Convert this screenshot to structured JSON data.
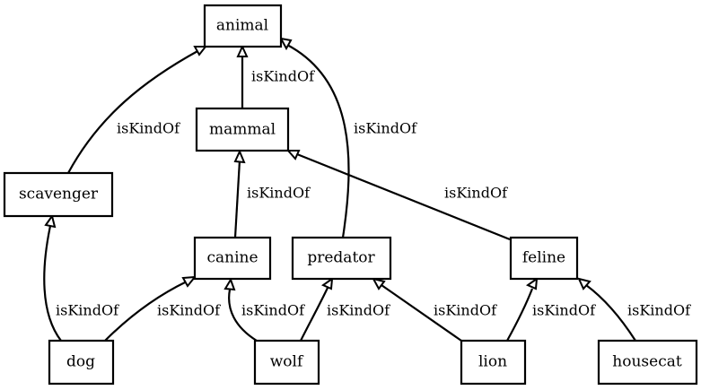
{
  "nodes": {
    "animal": "animal",
    "mammal": "mammal",
    "scavenger": "scavenger",
    "canine": "canine",
    "predator": "predator",
    "feline": "feline",
    "dog": "dog",
    "wolf": "wolf",
    "lion": "lion",
    "housecat": "housecat"
  },
  "edges": [
    {
      "from": "mammal",
      "to": "animal",
      "label": "isKindOf"
    },
    {
      "from": "scavenger",
      "to": "animal",
      "label": "isKindOf"
    },
    {
      "from": "predator",
      "to": "animal",
      "label": "isKindOf"
    },
    {
      "from": "canine",
      "to": "mammal",
      "label": "isKindOf"
    },
    {
      "from": "feline",
      "to": "mammal",
      "label": "isKindOf"
    },
    {
      "from": "dog",
      "to": "scavenger",
      "label": "isKindOf"
    },
    {
      "from": "dog",
      "to": "canine",
      "label": "isKindOf"
    },
    {
      "from": "wolf",
      "to": "canine",
      "label": "isKindOf"
    },
    {
      "from": "wolf",
      "to": "predator",
      "label": "isKindOf"
    },
    {
      "from": "lion",
      "to": "predator",
      "label": "isKindOf"
    },
    {
      "from": "lion",
      "to": "feline",
      "label": "isKindOf"
    },
    {
      "from": "housecat",
      "to": "feline",
      "label": "isKindOf"
    }
  ]
}
